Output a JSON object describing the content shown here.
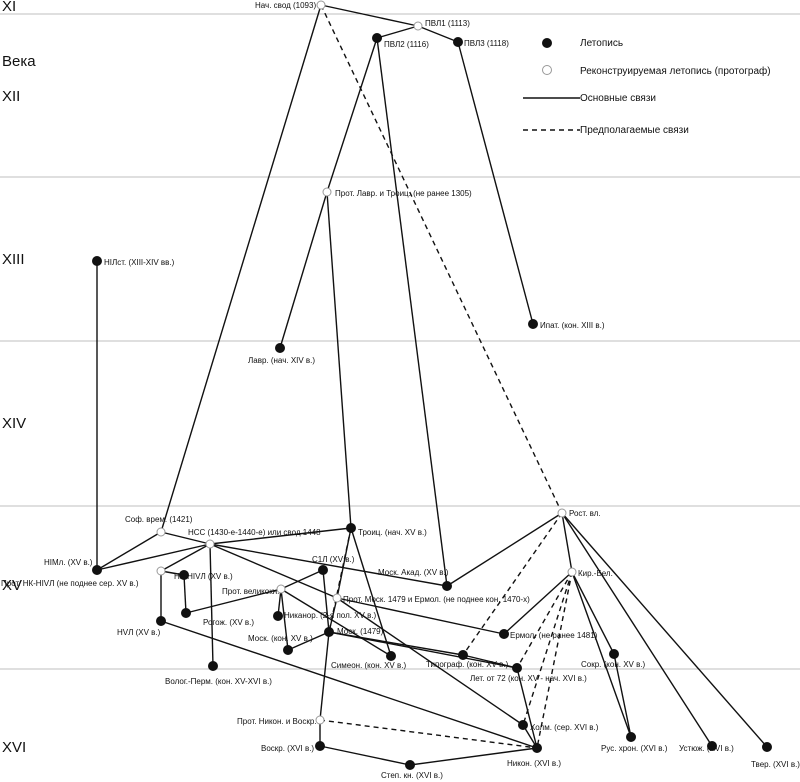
{
  "header": {
    "centuries_label": "Века"
  },
  "centuries": [
    "XI",
    "XII",
    "XIII",
    "XIV",
    "XV",
    "XVI"
  ],
  "legend": {
    "chronicle": "Летопись",
    "reconstructed": "Реконструируемая летопись (протограф)",
    "main_links": "Основные связи",
    "assumed_links": "Предполагаемые связи"
  },
  "nodes": {
    "nach": {
      "label": "Нач. свод (1093)",
      "kind": "open"
    },
    "pvl1": {
      "label": "ПВЛ1 (1113)",
      "kind": "open"
    },
    "pvl2": {
      "label": "ПВЛ2 (1116)",
      "kind": "filled"
    },
    "pvl3": {
      "label": "ПВЛ3 (1118)",
      "kind": "filled"
    },
    "protlav": {
      "label": "Прот. Лавр. и Троиц. (не ранее 1305)",
      "kind": "open"
    },
    "nilst": {
      "label": "НIЛст. (XIII-XIV вв.)",
      "kind": "filled"
    },
    "ipat": {
      "label": "Ипат. (кон. XIII в.)",
      "kind": "filled"
    },
    "lavr": {
      "label": "Лавр. (нач. XIV в.)",
      "kind": "filled"
    },
    "sofvrem": {
      "label": "Соф. врем. (1421)",
      "kind": "open"
    },
    "nss": {
      "label": "НСС (1430-е-1440-е) или свод 1448",
      "kind": "open"
    },
    "troic": {
      "label": "Троиц. (нач. XV в.)",
      "kind": "filled"
    },
    "rost": {
      "label": "Рост. вл.",
      "kind": "open"
    },
    "nimil": {
      "label": "НIМл. (XV в.)",
      "kind": "filled"
    },
    "protnk": {
      "label": "Прот. НК-НIVЛ (не поднее сер. XV в.)",
      "kind": "open"
    },
    "nkniv": {
      "label": "НК-НIVЛ (XV в.)",
      "kind": "filled"
    },
    "s1l": {
      "label": "С1Л (XV в.)",
      "kind": "filled"
    },
    "moskakad": {
      "label": "Моск. Акад. (XV в.)",
      "kind": "filled"
    },
    "kirbel": {
      "label": "Кир.-Бел.",
      "kind": "open"
    },
    "protvel": {
      "label": "Прот. великокн.",
      "kind": "open"
    },
    "protmosk": {
      "label": "Прот. Моск. 1479 и Ермол. (не поднее кон. 1470-х)",
      "kind": "open"
    },
    "rogozh": {
      "label": "Рогож. (XV в.)",
      "kind": "filled"
    },
    "nikanor": {
      "label": "Никанор. (2-я пол. XV в.)",
      "kind": "filled"
    },
    "nivl": {
      "label": "НVЛ (XV в.)",
      "kind": "filled"
    },
    "moskk": {
      "label": "Моск. (кон. XV в.)",
      "kind": "filled"
    },
    "mosk1479": {
      "label": "Моск. (1479)",
      "kind": "filled"
    },
    "ermol": {
      "label": "Ермол. (не ранее 1481)",
      "kind": "filled"
    },
    "simeon": {
      "label": "Симеон. (кон. XV в.)",
      "kind": "filled"
    },
    "tipogr": {
      "label": "Типограф. (кон. XV в.)",
      "kind": "filled"
    },
    "let72": {
      "label": "Лет. от 72 (кон. XV - нач. XVI в.)",
      "kind": "filled"
    },
    "sokr": {
      "label": "Сокр. (кон. XV в.)",
      "kind": "filled"
    },
    "vologperm": {
      "label": "Волог.-Перм. (кон. XV-XVI в.)",
      "kind": "filled"
    },
    "protnikon": {
      "label": "Прот. Никон. и Воскр.",
      "kind": "open"
    },
    "holm": {
      "label": "Холм. (сер. XVI в.)",
      "kind": "filled"
    },
    "voskr": {
      "label": "Воскр. (XVI в.)",
      "kind": "filled"
    },
    "nikon": {
      "label": "Никон. (XVI в.)",
      "kind": "filled"
    },
    "ruskhron": {
      "label": "Рус. хрон. (XVI в.)",
      "kind": "filled"
    },
    "ustyuzh": {
      "label": "Устюж. (XVI в.)",
      "kind": "filled"
    },
    "tver": {
      "label": "Твер. (XVI в.)",
      "kind": "filled"
    },
    "stepkn": {
      "label": "Степ. кн. (XVI в.)",
      "kind": "filled"
    }
  },
  "edges": [
    [
      "nach",
      "pvl1",
      "solid"
    ],
    [
      "pvl1",
      "pvl2",
      "solid"
    ],
    [
      "pvl1",
      "pvl3",
      "solid"
    ],
    [
      "pvl2",
      "protlav",
      "solid"
    ],
    [
      "pvl2",
      "moskakad",
      "solid"
    ],
    [
      "pvl3",
      "ipat",
      "solid"
    ],
    [
      "protlav",
      "lavr",
      "solid"
    ],
    [
      "protlav",
      "troic",
      "solid"
    ],
    [
      "nach",
      "sofvrem",
      "solid"
    ],
    [
      "nach",
      "rost",
      "dashed"
    ],
    [
      "sofvrem",
      "nimil",
      "solid"
    ],
    [
      "nilst",
      "nimil",
      "solid"
    ],
    [
      "sofvrem",
      "nss",
      "solid"
    ],
    [
      "nimil",
      "nss",
      "solid"
    ],
    [
      "nss",
      "troic",
      "solid"
    ],
    [
      "nss",
      "protnk",
      "solid"
    ],
    [
      "nss",
      "protmosk",
      "solid"
    ],
    [
      "nss",
      "moskakad",
      "solid"
    ],
    [
      "nss",
      "vologperm",
      "solid"
    ],
    [
      "protnk",
      "nkniv",
      "solid"
    ],
    [
      "protnk",
      "nivl",
      "solid"
    ],
    [
      "nkniv",
      "rogozh",
      "solid"
    ],
    [
      "rogozh",
      "protvel",
      "solid"
    ],
    [
      "protvel",
      "s1l",
      "solid"
    ],
    [
      "protvel",
      "nikanor",
      "solid"
    ],
    [
      "protvel",
      "simeon",
      "solid"
    ],
    [
      "protvel",
      "moskk",
      "solid"
    ],
    [
      "troic",
      "simeon",
      "solid"
    ],
    [
      "troic",
      "mosk1479",
      "dashed"
    ],
    [
      "troic",
      "protmosk",
      "solid"
    ],
    [
      "s1l",
      "mosk1479",
      "solid"
    ],
    [
      "protmosk",
      "mosk1479",
      "solid"
    ],
    [
      "protmosk",
      "ermol",
      "solid"
    ],
    [
      "protmosk",
      "holm",
      "solid"
    ],
    [
      "moskk",
      "mosk1479",
      "solid"
    ],
    [
      "mosk1479",
      "tipogr",
      "solid"
    ],
    [
      "mosk1479",
      "let72",
      "solid"
    ],
    [
      "mosk1479",
      "protnikon",
      "solid"
    ],
    [
      "moskakad",
      "rost",
      "solid"
    ],
    [
      "rost",
      "kirbel",
      "solid"
    ],
    [
      "rost",
      "tipogr",
      "dashed"
    ],
    [
      "rost",
      "ustyuzh",
      "solid"
    ],
    [
      "rost",
      "tver",
      "solid"
    ],
    [
      "kirbel",
      "ermol",
      "solid"
    ],
    [
      "kirbel",
      "let72",
      "dashed"
    ],
    [
      "kirbel",
      "sokr",
      "solid"
    ],
    [
      "kirbel",
      "ruskhron",
      "solid"
    ],
    [
      "kirbel",
      "nikon",
      "dashed"
    ],
    [
      "kirbel",
      "holm",
      "dashed"
    ],
    [
      "tipogr",
      "let72",
      "solid"
    ],
    [
      "let72",
      "nikon",
      "solid"
    ],
    [
      "sokr",
      "ruskhron",
      "solid"
    ],
    [
      "nivl",
      "nikon",
      "solid"
    ],
    [
      "protnikon",
      "voskr",
      "solid"
    ],
    [
      "protnikon",
      "nikon",
      "dashed"
    ],
    [
      "voskr",
      "stepkn",
      "solid"
    ],
    [
      "stepkn",
      "nikon",
      "solid"
    ],
    [
      "holm",
      "nikon",
      "solid"
    ]
  ]
}
